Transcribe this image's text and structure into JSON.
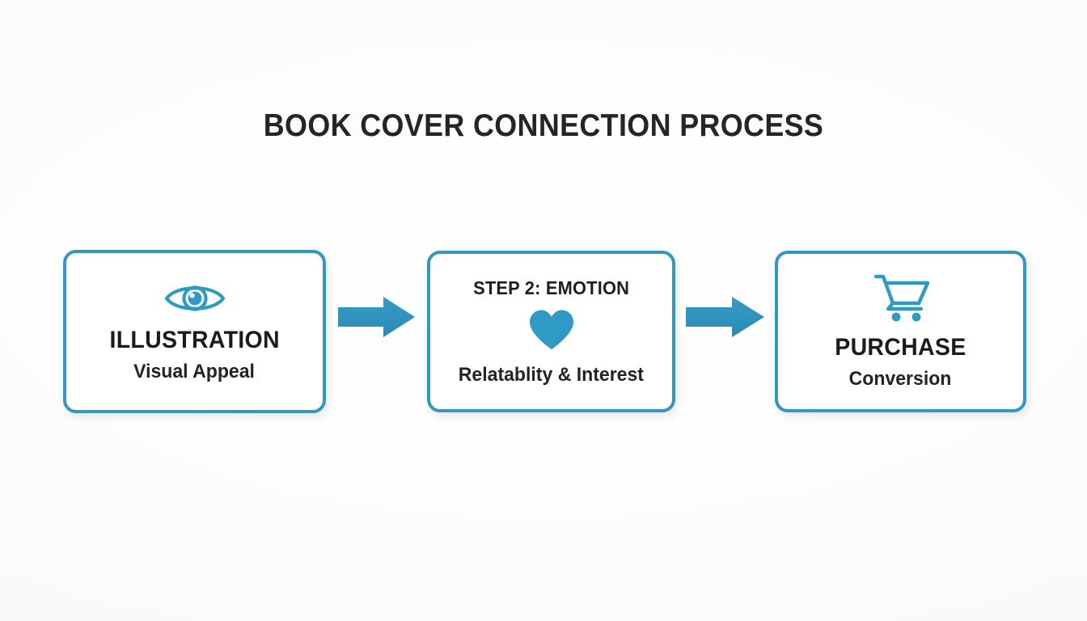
{
  "diagram": {
    "title": "BOOK COVER CONNECTION PROCESS",
    "colors": {
      "accent_blue": "#3498be",
      "icon_blue": "#2f9ac4",
      "arrow_blue": "#3193bd",
      "text_dark": "#1e1e1e",
      "background": "#fbfbfb",
      "card_fill": "#ffffff"
    },
    "steps": [
      {
        "step_label": "",
        "icon": "eye-icon",
        "title": "ILLUSTRATION",
        "subtitle": "Visual Appeal"
      },
      {
        "step_label": "STEP 2: EMOTION",
        "icon": "heart-icon",
        "title": "",
        "subtitle": "Relatablity & Interest"
      },
      {
        "step_label": "",
        "icon": "shopping-cart-icon",
        "title": "PURCHASE",
        "subtitle": "Conversion"
      }
    ],
    "connectors": [
      {
        "name": "arrow-right-1",
        "from": "ILLUSTRATION",
        "to": "STEP 2: EMOTION"
      },
      {
        "name": "arrow-right-2",
        "from": "STEP 2: EMOTION",
        "to": "PURCHASE"
      }
    ]
  }
}
